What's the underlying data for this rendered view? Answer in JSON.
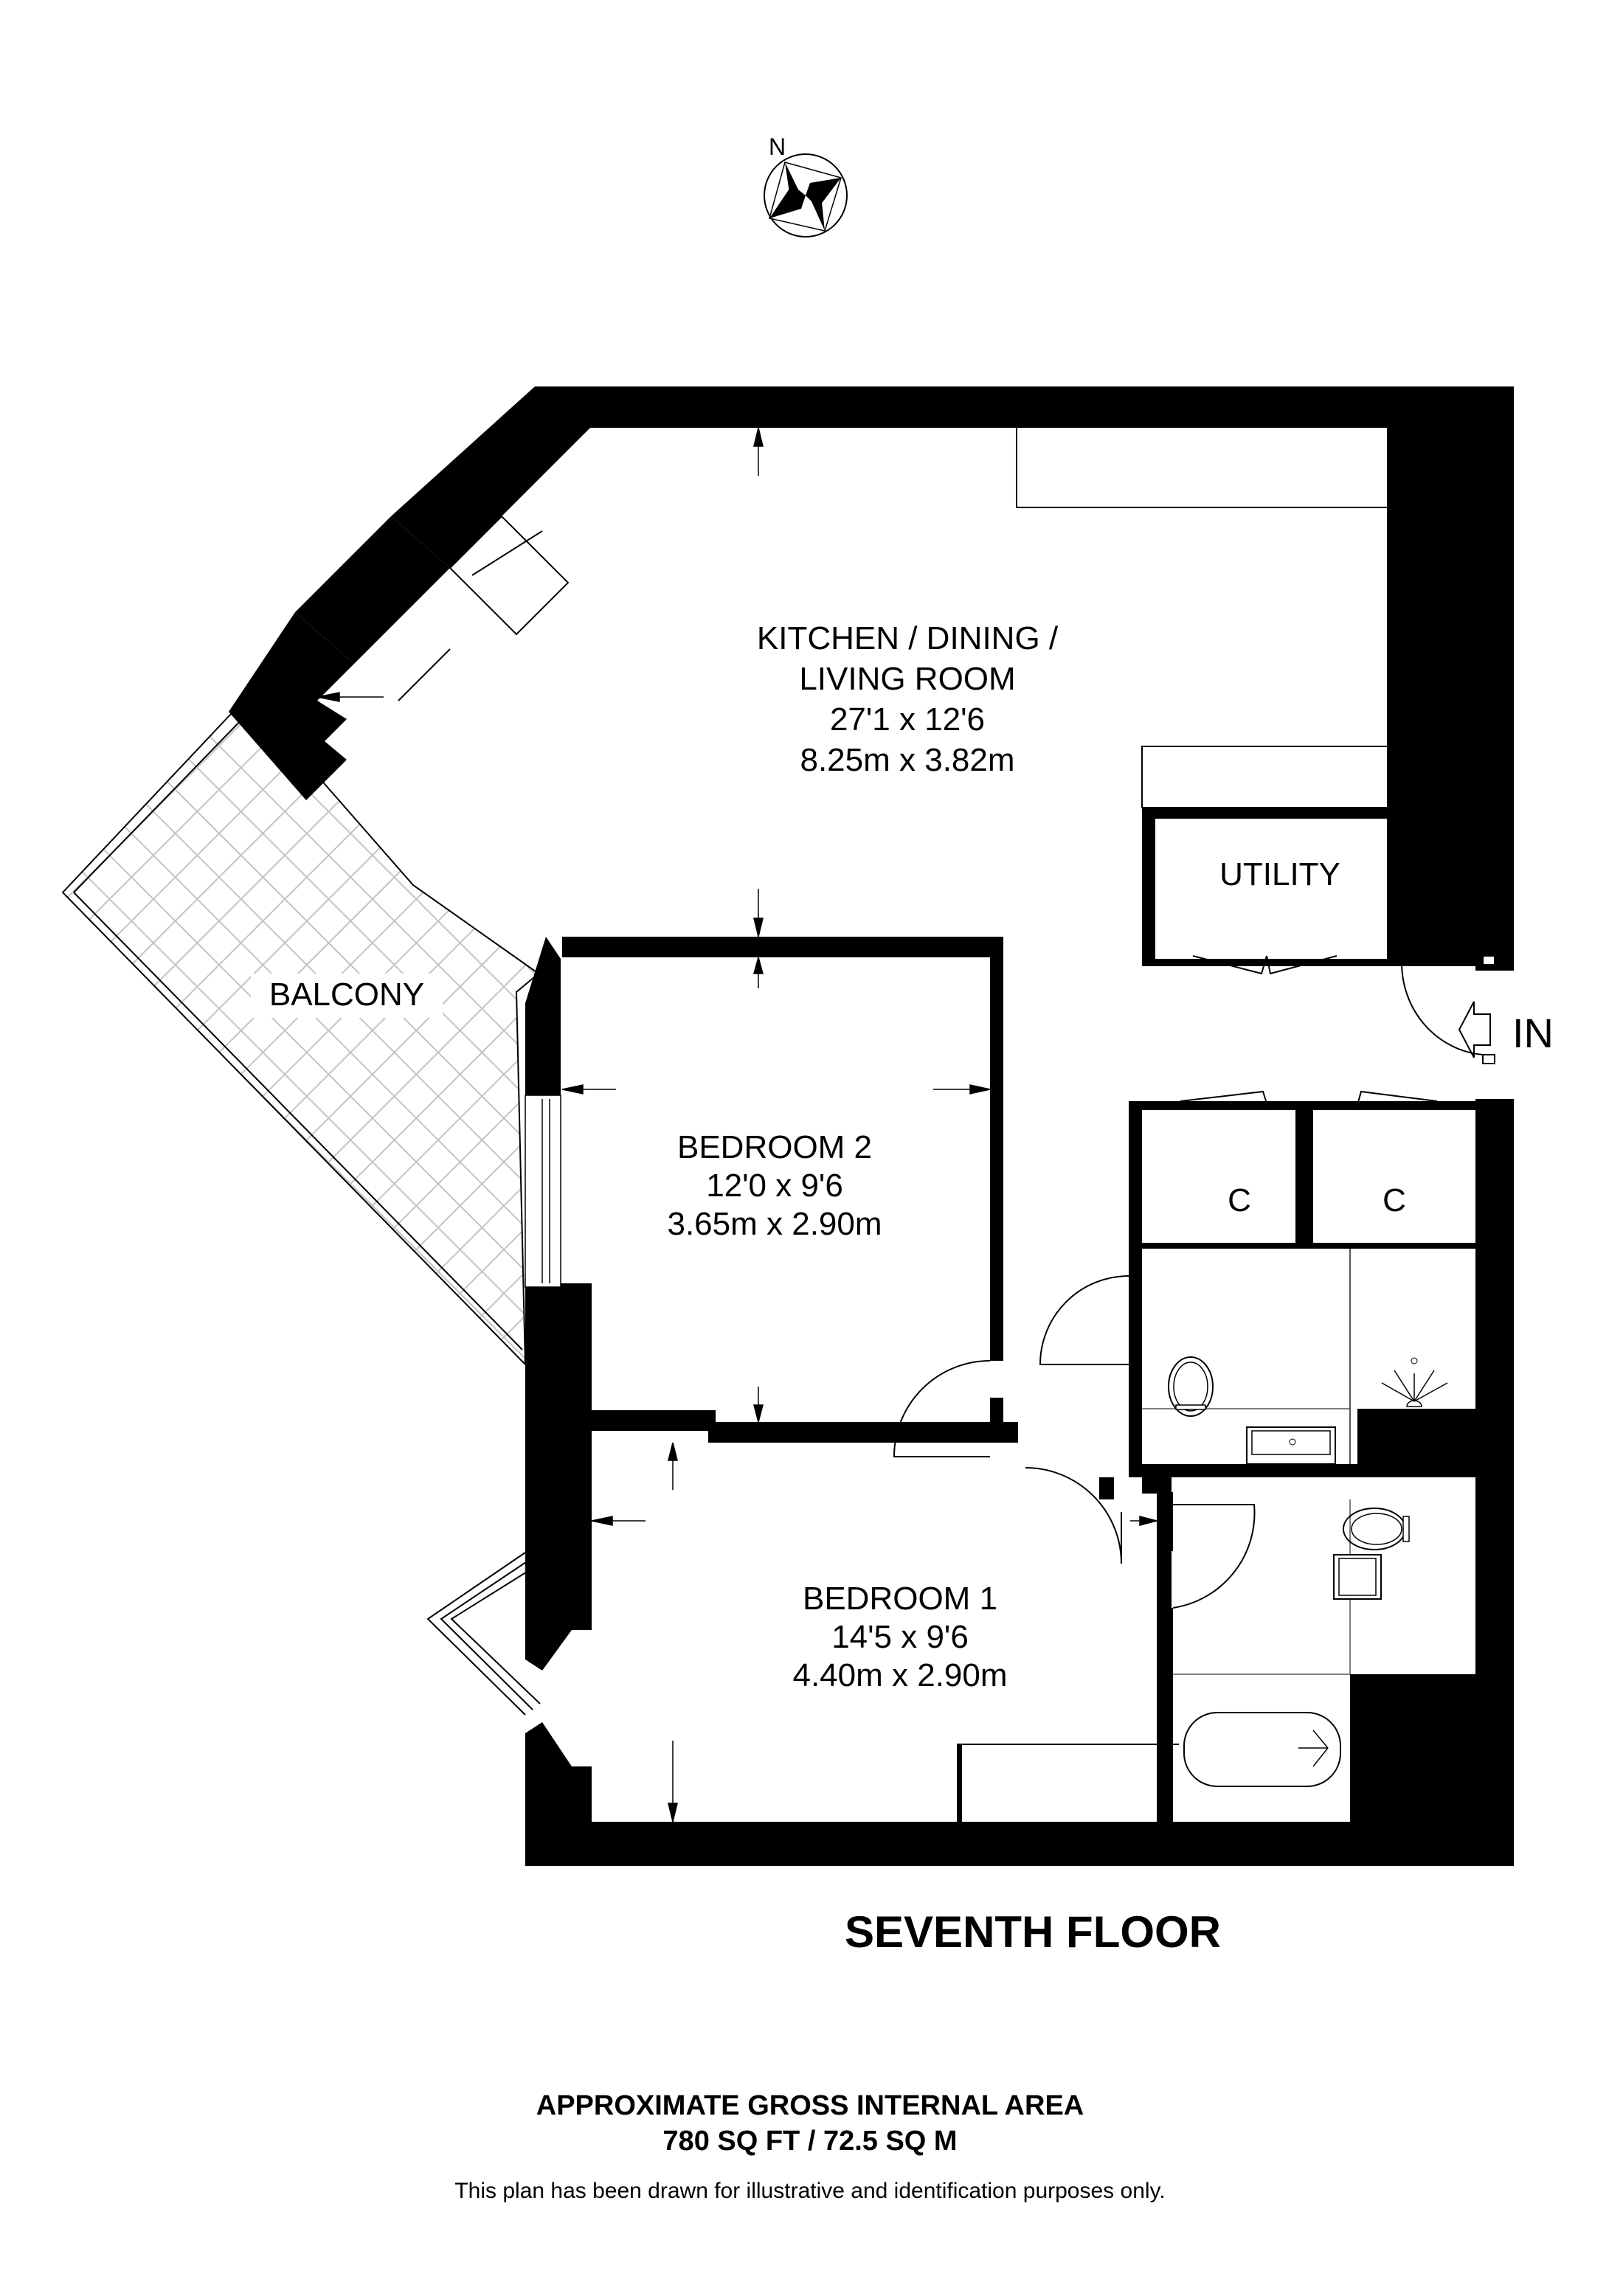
{
  "compass": {
    "label": "N"
  },
  "rooms": {
    "kitchen": {
      "name_line1": "KITCHEN / DINING /",
      "name_line2": "LIVING ROOM",
      "imperial": "27'1 x 12'6",
      "metric": "8.25m x 3.82m"
    },
    "utility": {
      "name": "UTILITY"
    },
    "balcony": {
      "name": "BALCONY"
    },
    "bedroom2": {
      "name": "BEDROOM 2",
      "imperial": "12'0 x 9'6",
      "metric": "3.65m x 2.90m"
    },
    "bedroom1": {
      "name": "BEDROOM 1",
      "imperial": "14'5 x 9'6",
      "metric": "4.40m x 2.90m"
    },
    "cupboards": [
      {
        "name": "C"
      },
      {
        "name": "C"
      }
    ]
  },
  "entrance": {
    "label": "IN"
  },
  "floor_title": "SEVENTH FLOOR",
  "area": {
    "heading": "APPROXIMATE GROSS INTERNAL AREA",
    "value": "780 SQ FT / 72.5 SQ M"
  },
  "disclaimer": "This plan has been drawn for illustrative and identification purposes only."
}
